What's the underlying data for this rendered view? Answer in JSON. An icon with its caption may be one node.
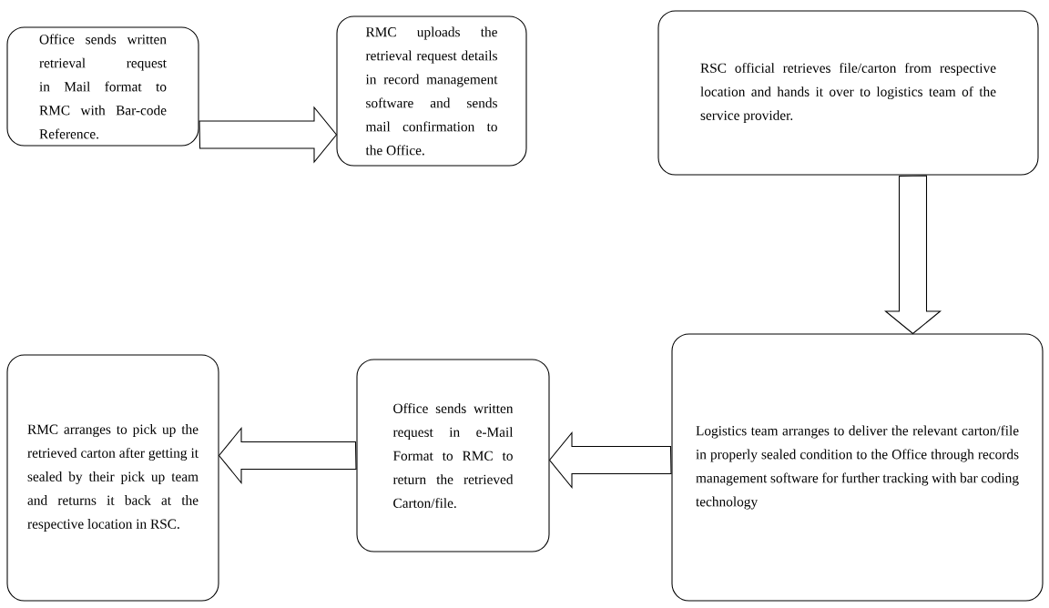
{
  "diagram": {
    "nodes": [
      {
        "text": [
          "Office sends written retrieval request in Mail format to RMC with Bar-code Reference."
        ]
      },
      {
        "text": [
          "RMC uploads the retrieval request details in record management software and sends mail confirmation to the Office."
        ]
      },
      {
        "text": [
          "RSC official retrieves file/carton from respective location and hands it over to logistics team of the service provider."
        ]
      },
      {
        "text": [
          "Logistics team arranges to deliver the relevant carton/file in properly sealed condition to the Office through records management software for further tracking with bar coding technology"
        ]
      },
      {
        "text": [
          "Office sends written request in e-Mail Format to RMC to return the retrieved Carton/file."
        ]
      },
      {
        "text": [
          "RMC arranges to pick up the retrieved carton after getting it sealed by their pick up team and returns it back at the respective location in RSC."
        ]
      }
    ],
    "edges": [
      {
        "from": 0,
        "to": 1,
        "arrow": "to"
      },
      {
        "from": 2,
        "to": 3,
        "arrow": "to"
      },
      {
        "from": 3,
        "to": 4,
        "arrow": "to"
      },
      {
        "from": 4,
        "to": 5,
        "arrow": "to"
      }
    ]
  }
}
